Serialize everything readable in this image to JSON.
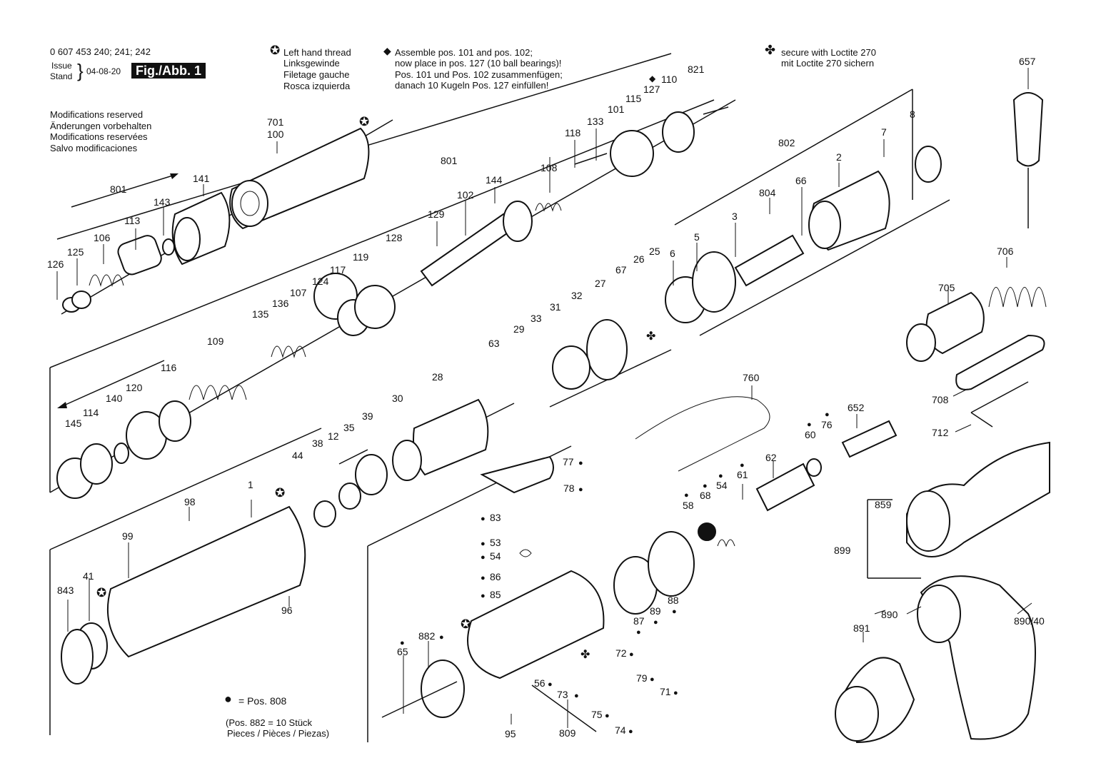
{
  "header": {
    "part_numbers": "0 607 453 240; 241; 242",
    "issue_label": "Issue",
    "stand_label": "Stand",
    "issue_date": "04-08-20",
    "figure": "Fig./Abb. 1"
  },
  "modifications": [
    "Modifications reserved",
    "Änderungen vorbehalten",
    "Modifications reservées",
    "Salvo modificaciones"
  ],
  "left_thread": [
    "Left hand thread",
    "Linksgewinde",
    "Filetage gauche",
    "Rosca izquierda"
  ],
  "assemble_note": [
    "Assemble pos. 101 and pos. 102;",
    "now place in pos. 127 (10 ball bearings)!",
    "Pos. 101 und Pos. 102 zusammenfügen;",
    "danach 10 Kugeln Pos. 127 einfüllen!"
  ],
  "loctite": [
    "secure with Loctite 270",
    "mit Loctite 270 sichern"
  ],
  "legend": {
    "dot_label": "= Pos. 808",
    "pieces_line1": "(Pos. 882 = 10 Stück",
    "pieces_line2": "Pieces / Pièces / Piezas)"
  },
  "symbols": {
    "star": "✪",
    "diamond": "◆",
    "clover": "✤",
    "dot": "●"
  },
  "callouts": [
    {
      "id": "c701",
      "t": "701"
    },
    {
      "id": "c100",
      "t": "100"
    },
    {
      "id": "c141",
      "t": "141"
    },
    {
      "id": "c801a",
      "t": "801"
    },
    {
      "id": "c143",
      "t": "143"
    },
    {
      "id": "c113",
      "t": "113"
    },
    {
      "id": "c106",
      "t": "106"
    },
    {
      "id": "c125",
      "t": "125"
    },
    {
      "id": "c126",
      "t": "126"
    },
    {
      "id": "c801b",
      "t": "801"
    },
    {
      "id": "c144",
      "t": "144"
    },
    {
      "id": "c102",
      "t": "102"
    },
    {
      "id": "c129",
      "t": "129"
    },
    {
      "id": "c128",
      "t": "128"
    },
    {
      "id": "c108",
      "t": "108"
    },
    {
      "id": "c118",
      "t": "118"
    },
    {
      "id": "c133",
      "t": "133"
    },
    {
      "id": "c101",
      "t": "101"
    },
    {
      "id": "c115",
      "t": "115"
    },
    {
      "id": "c127",
      "t": "127"
    },
    {
      "id": "c110",
      "t": "110"
    },
    {
      "id": "c821",
      "t": "821"
    },
    {
      "id": "c119",
      "t": "119"
    },
    {
      "id": "c117",
      "t": "117"
    },
    {
      "id": "c124",
      "t": "124"
    },
    {
      "id": "c107",
      "t": "107"
    },
    {
      "id": "c136",
      "t": "136"
    },
    {
      "id": "c135",
      "t": "135"
    },
    {
      "id": "c109",
      "t": "109"
    },
    {
      "id": "c116",
      "t": "116"
    },
    {
      "id": "c120",
      "t": "120"
    },
    {
      "id": "c140",
      "t": "140"
    },
    {
      "id": "c114",
      "t": "114"
    },
    {
      "id": "c145",
      "t": "145"
    },
    {
      "id": "c802",
      "t": "802"
    },
    {
      "id": "c2",
      "t": "2"
    },
    {
      "id": "c7",
      "t": "7"
    },
    {
      "id": "c8",
      "t": "8"
    },
    {
      "id": "c804",
      "t": "804"
    },
    {
      "id": "c66",
      "t": "66"
    },
    {
      "id": "c3",
      "t": "3"
    },
    {
      "id": "c5",
      "t": "5"
    },
    {
      "id": "c6",
      "t": "6"
    },
    {
      "id": "c25",
      "t": "25"
    },
    {
      "id": "c26",
      "t": "26"
    },
    {
      "id": "c67",
      "t": "67"
    },
    {
      "id": "c27",
      "t": "27"
    },
    {
      "id": "c32",
      "t": "32"
    },
    {
      "id": "c31",
      "t": "31"
    },
    {
      "id": "c33",
      "t": "33"
    },
    {
      "id": "c29",
      "t": "29"
    },
    {
      "id": "c63",
      "t": "63"
    },
    {
      "id": "c28",
      "t": "28"
    },
    {
      "id": "c30",
      "t": "30"
    },
    {
      "id": "c39",
      "t": "39"
    },
    {
      "id": "c35",
      "t": "35"
    },
    {
      "id": "c12",
      "t": "12"
    },
    {
      "id": "c38",
      "t": "38"
    },
    {
      "id": "c44",
      "t": "44"
    },
    {
      "id": "c1",
      "t": "1"
    },
    {
      "id": "c98",
      "t": "98"
    },
    {
      "id": "c99",
      "t": "99"
    },
    {
      "id": "c843",
      "t": "843"
    },
    {
      "id": "c41",
      "t": "41"
    },
    {
      "id": "c96",
      "t": "96"
    },
    {
      "id": "c657",
      "t": "657"
    },
    {
      "id": "c706",
      "t": "706"
    },
    {
      "id": "c705",
      "t": "705"
    },
    {
      "id": "c708",
      "t": "708"
    },
    {
      "id": "c712",
      "t": "712"
    },
    {
      "id": "c760",
      "t": "760"
    },
    {
      "id": "c652",
      "t": "652"
    },
    {
      "id": "c76",
      "t": "76"
    },
    {
      "id": "c60",
      "t": "60"
    },
    {
      "id": "c62",
      "t": "62"
    },
    {
      "id": "c61",
      "t": "61"
    },
    {
      "id": "c54a",
      "t": "54"
    },
    {
      "id": "c68",
      "t": "68"
    },
    {
      "id": "c58",
      "t": "58"
    },
    {
      "id": "c77",
      "t": "77"
    },
    {
      "id": "c78",
      "t": "78"
    },
    {
      "id": "c83",
      "t": "83"
    },
    {
      "id": "c53",
      "t": "53"
    },
    {
      "id": "c54b",
      "t": "54"
    },
    {
      "id": "c86",
      "t": "86"
    },
    {
      "id": "c85",
      "t": "85"
    },
    {
      "id": "c88",
      "t": "88"
    },
    {
      "id": "c89",
      "t": "89"
    },
    {
      "id": "c87",
      "t": "87"
    },
    {
      "id": "c859",
      "t": "859"
    },
    {
      "id": "c899",
      "t": "899"
    },
    {
      "id": "c890",
      "t": "890"
    },
    {
      "id": "c89040",
      "t": "890/40"
    },
    {
      "id": "c891",
      "t": "891"
    },
    {
      "id": "c882",
      "t": "882"
    },
    {
      "id": "c65",
      "t": "65"
    },
    {
      "id": "c56",
      "t": "56"
    },
    {
      "id": "c73",
      "t": "73"
    },
    {
      "id": "c72",
      "t": "72"
    },
    {
      "id": "c79",
      "t": "79"
    },
    {
      "id": "c71",
      "t": "71"
    },
    {
      "id": "c75",
      "t": "75"
    },
    {
      "id": "c74",
      "t": "74"
    },
    {
      "id": "c809",
      "t": "809"
    },
    {
      "id": "c95",
      "t": "95"
    }
  ]
}
